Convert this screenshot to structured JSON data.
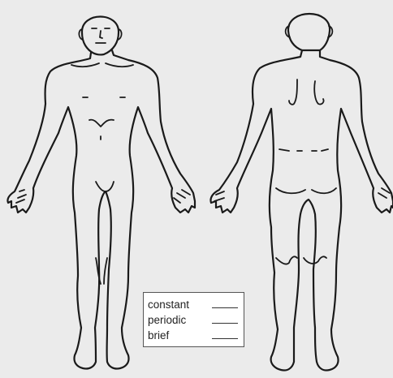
{
  "legend": {
    "items": [
      {
        "label": "constant"
      },
      {
        "label": "periodic"
      },
      {
        "label": "brief"
      }
    ]
  }
}
